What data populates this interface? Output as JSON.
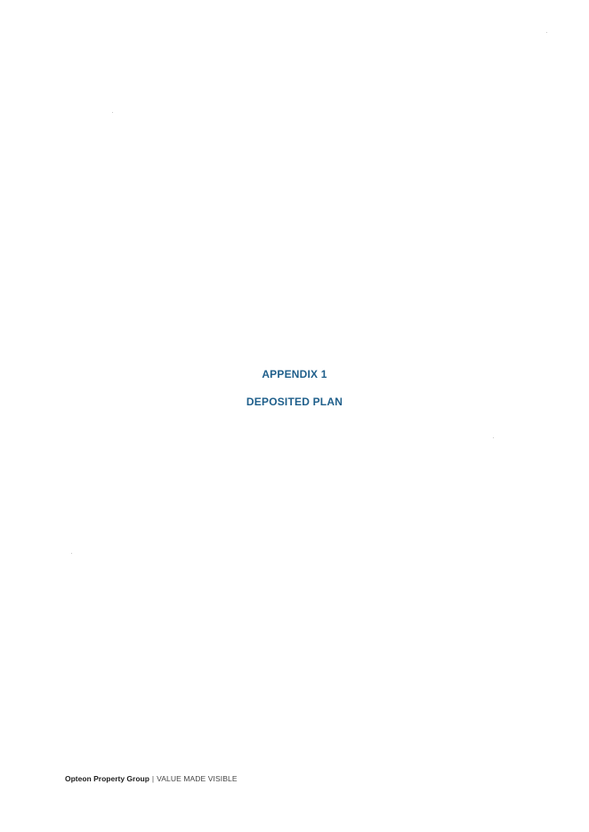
{
  "document": {
    "appendix_title": "APPENDIX 1",
    "section_title": "DEPOSITED PLAN"
  },
  "footer": {
    "company": "Opteon Property Group",
    "separator": "|",
    "tagline": "VALUE MADE VISIBLE"
  },
  "colors": {
    "heading": "#1f5f8b",
    "footer_text": "#222222",
    "background": "#ffffff"
  }
}
